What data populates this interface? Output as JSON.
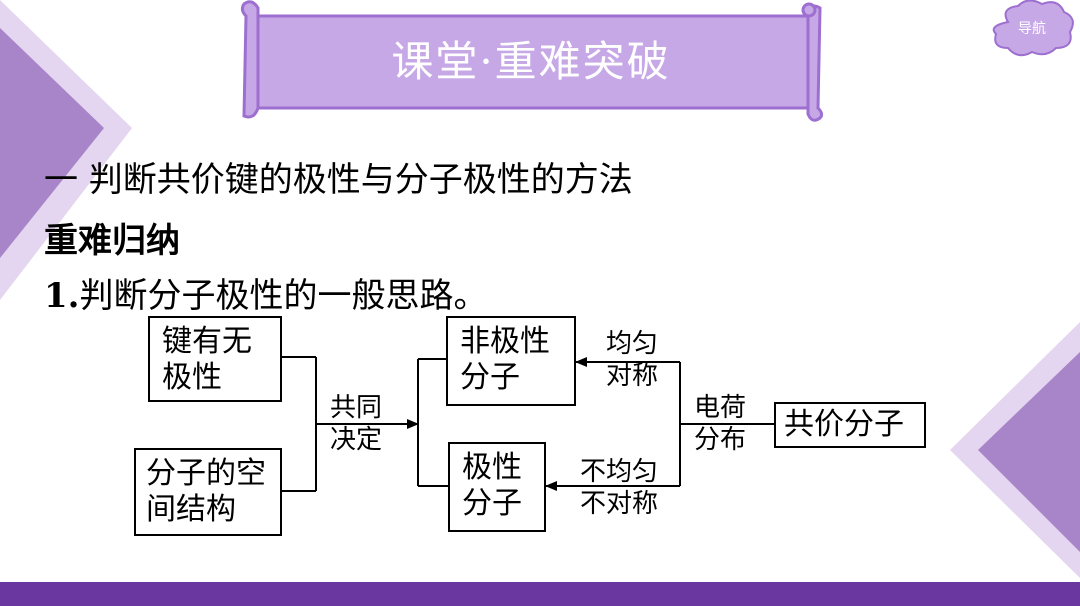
{
  "banner": {
    "title": "课堂·重难突破"
  },
  "nav": {
    "label": "导航"
  },
  "section": {
    "heading": "一  判断共价键的极性与分子极性的方法",
    "subheading": "重难归纳",
    "point_number": "1.",
    "point_text": "判断分子极性的一般思路。"
  },
  "flow": {
    "box_bond": [
      "键有无",
      "极性"
    ],
    "box_structure": [
      "分子的空",
      "间结构"
    ],
    "label_joint": [
      "共同",
      "决定"
    ],
    "box_nonpolar": [
      "非极性",
      "分子"
    ],
    "box_polar": [
      "极性",
      "分子"
    ],
    "label_even": [
      "均匀",
      "对称"
    ],
    "label_uneven": [
      "不均匀",
      "不对称"
    ],
    "label_charge": [
      "电荷",
      "分布"
    ],
    "box_covalent": "共价分子"
  },
  "colors": {
    "accent": "#c7a8e6",
    "border": "#9d6fd0",
    "bar": "#6a36a0",
    "deco_dark": "#a884c8",
    "deco_light": "#e4d6f0"
  }
}
